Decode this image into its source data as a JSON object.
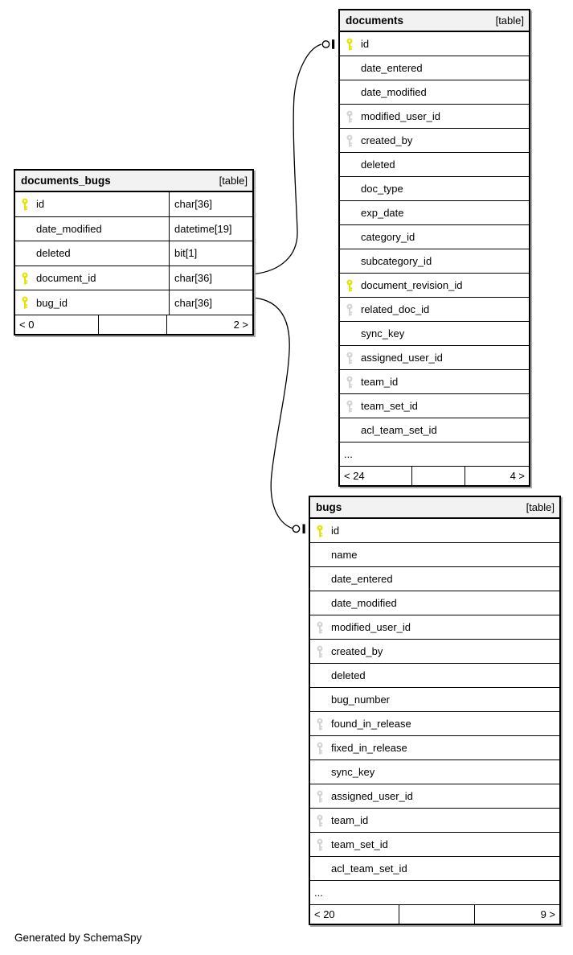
{
  "credit": "Generated by SchemaSpy",
  "colors": {
    "pk_key": "#e5e400",
    "fk_key": "#d4d4d4",
    "header_bg": "#f2f2f2",
    "border": "#000000",
    "shadow": "#aaaaaa"
  },
  "tables": [
    {
      "id": "documents_bugs",
      "name": "documents_bugs",
      "badge": "[table]",
      "show_types": true,
      "columns": [
        {
          "name": "id",
          "type": "char[36]",
          "key": "pk"
        },
        {
          "name": "date_modified",
          "type": "datetime[19]",
          "key": ""
        },
        {
          "name": "deleted",
          "type": "bit[1]",
          "key": ""
        },
        {
          "name": "document_id",
          "type": "char[36]",
          "key": "pk"
        },
        {
          "name": "bug_id",
          "type": "char[36]",
          "key": "pk"
        }
      ],
      "ellipsis": null,
      "footer": {
        "left": "< 0",
        "middle": "",
        "right": "2 >"
      }
    },
    {
      "id": "documents",
      "name": "documents",
      "badge": "[table]",
      "show_types": false,
      "columns": [
        {
          "name": "id",
          "key": "pk"
        },
        {
          "name": "date_entered",
          "key": ""
        },
        {
          "name": "date_modified",
          "key": ""
        },
        {
          "name": "modified_user_id",
          "key": "fk"
        },
        {
          "name": "created_by",
          "key": "fk"
        },
        {
          "name": "deleted",
          "key": ""
        },
        {
          "name": "doc_type",
          "key": ""
        },
        {
          "name": "exp_date",
          "key": ""
        },
        {
          "name": "category_id",
          "key": ""
        },
        {
          "name": "subcategory_id",
          "key": ""
        },
        {
          "name": "document_revision_id",
          "key": "pk"
        },
        {
          "name": "related_doc_id",
          "key": "fk"
        },
        {
          "name": "sync_key",
          "key": ""
        },
        {
          "name": "assigned_user_id",
          "key": "fk"
        },
        {
          "name": "team_id",
          "key": "fk"
        },
        {
          "name": "team_set_id",
          "key": "fk"
        },
        {
          "name": "acl_team_set_id",
          "key": ""
        }
      ],
      "ellipsis": "...",
      "footer": {
        "left": "< 24",
        "middle": "",
        "right": "4 >"
      }
    },
    {
      "id": "bugs",
      "name": "bugs",
      "badge": "[table]",
      "show_types": false,
      "columns": [
        {
          "name": "id",
          "key": "pk"
        },
        {
          "name": "name",
          "key": ""
        },
        {
          "name": "date_entered",
          "key": ""
        },
        {
          "name": "date_modified",
          "key": ""
        },
        {
          "name": "modified_user_id",
          "key": "fk"
        },
        {
          "name": "created_by",
          "key": "fk"
        },
        {
          "name": "deleted",
          "key": ""
        },
        {
          "name": "bug_number",
          "key": ""
        },
        {
          "name": "found_in_release",
          "key": "fk"
        },
        {
          "name": "fixed_in_release",
          "key": "fk"
        },
        {
          "name": "sync_key",
          "key": ""
        },
        {
          "name": "assigned_user_id",
          "key": "fk"
        },
        {
          "name": "team_id",
          "key": "fk"
        },
        {
          "name": "team_set_id",
          "key": "fk"
        },
        {
          "name": "acl_team_set_id",
          "key": ""
        }
      ],
      "ellipsis": "...",
      "footer": {
        "left": "< 20",
        "middle": "",
        "right": "9 >"
      }
    }
  ],
  "relationships": [
    {
      "from": "documents_bugs.document_id",
      "to": "documents.id"
    },
    {
      "from": "documents_bugs.bug_id",
      "to": "bugs.id"
    }
  ]
}
